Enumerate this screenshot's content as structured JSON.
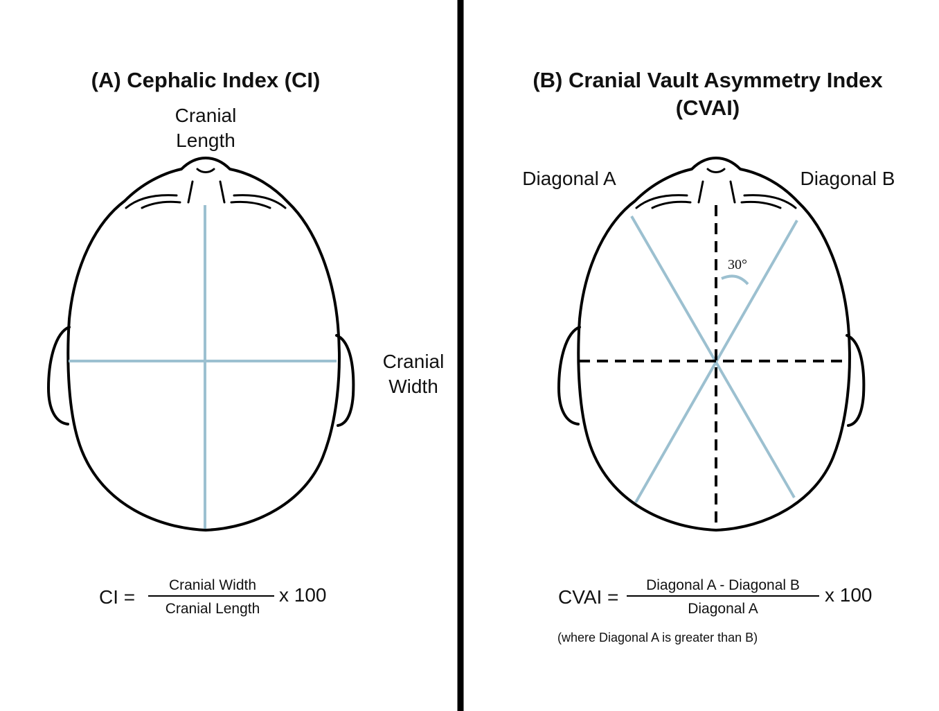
{
  "panel_a": {
    "title": "(A) Cephalic Index (CI)",
    "length_label_line1": "Cranial",
    "length_label_line2": "Length",
    "width_label_line1": "Cranial",
    "width_label_line2": "Width",
    "formula": {
      "lhs": "CI =",
      "numerator": "Cranial Width",
      "denominator": "Cranial Length",
      "multiplier": "x 100"
    }
  },
  "panel_b": {
    "title_line1": "(B) Cranial Vault Asymmetry Index",
    "title_line2": "(CVAI)",
    "diagonal_a_label": "Diagonal A",
    "diagonal_b_label": "Diagonal B",
    "angle_label": "30°",
    "formula": {
      "lhs": "CVAI =",
      "numerator": "Diagonal A - Diagonal B",
      "denominator": "Diagonal A",
      "multiplier": "x 100",
      "note": "(where Diagonal A is greater than B)"
    }
  },
  "colors": {
    "measure_line": "#9cc0d0",
    "outline": "#000000"
  }
}
